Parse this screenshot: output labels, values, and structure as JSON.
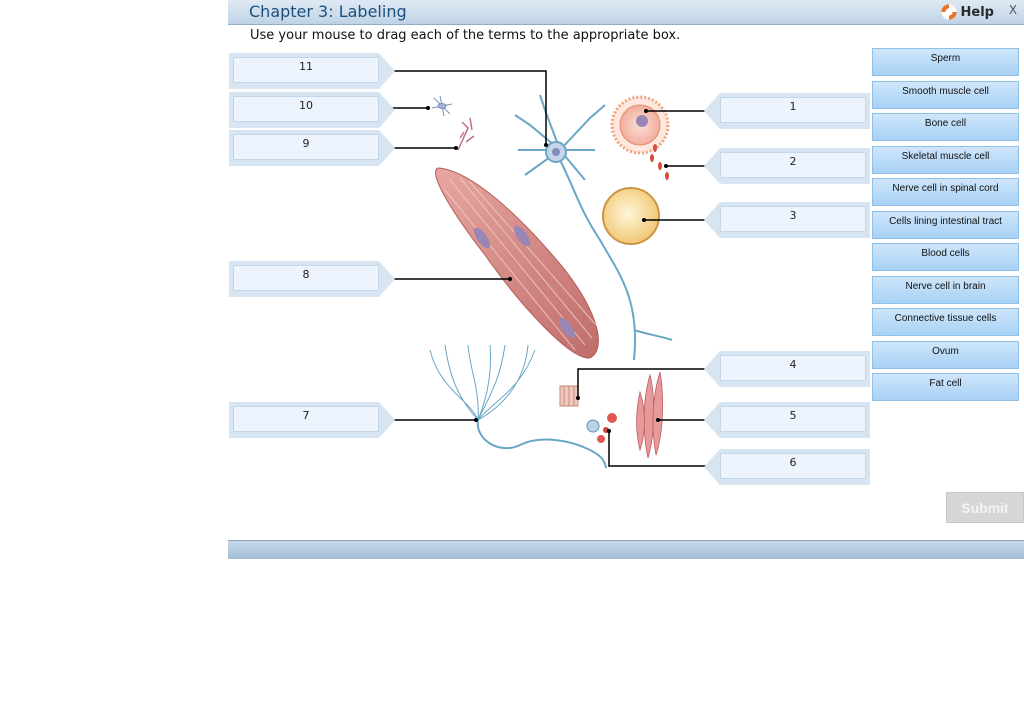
{
  "header": {
    "title": "Chapter 3: Labeling",
    "help_label": "Help",
    "close_label": "X"
  },
  "instructions": "Use your mouse to drag each of the terms to the appropriate box.",
  "slots_left": [
    {
      "number": "11"
    },
    {
      "number": "10"
    },
    {
      "number": "9"
    },
    {
      "number": "8"
    },
    {
      "number": "7"
    }
  ],
  "slots_right": [
    {
      "number": "1"
    },
    {
      "number": "2"
    },
    {
      "number": "3"
    },
    {
      "number": "4"
    },
    {
      "number": "5"
    },
    {
      "number": "6"
    }
  ],
  "terms": [
    "Sperm",
    "Smooth muscle cell",
    "Bone cell",
    "Skeletal muscle cell",
    "Nerve cell in spinal cord",
    "Cells lining intestinal tract",
    "Blood cells",
    "Nerve cell in brain",
    "Connective tissue cells",
    "Ovum",
    "Fat cell"
  ],
  "submit_label": "Submit",
  "colors": {
    "header_text": "#1d4f7c",
    "slot_fill": "#eef4fd",
    "term_fill": "#b8dbf8",
    "leader_line": "#000000"
  }
}
